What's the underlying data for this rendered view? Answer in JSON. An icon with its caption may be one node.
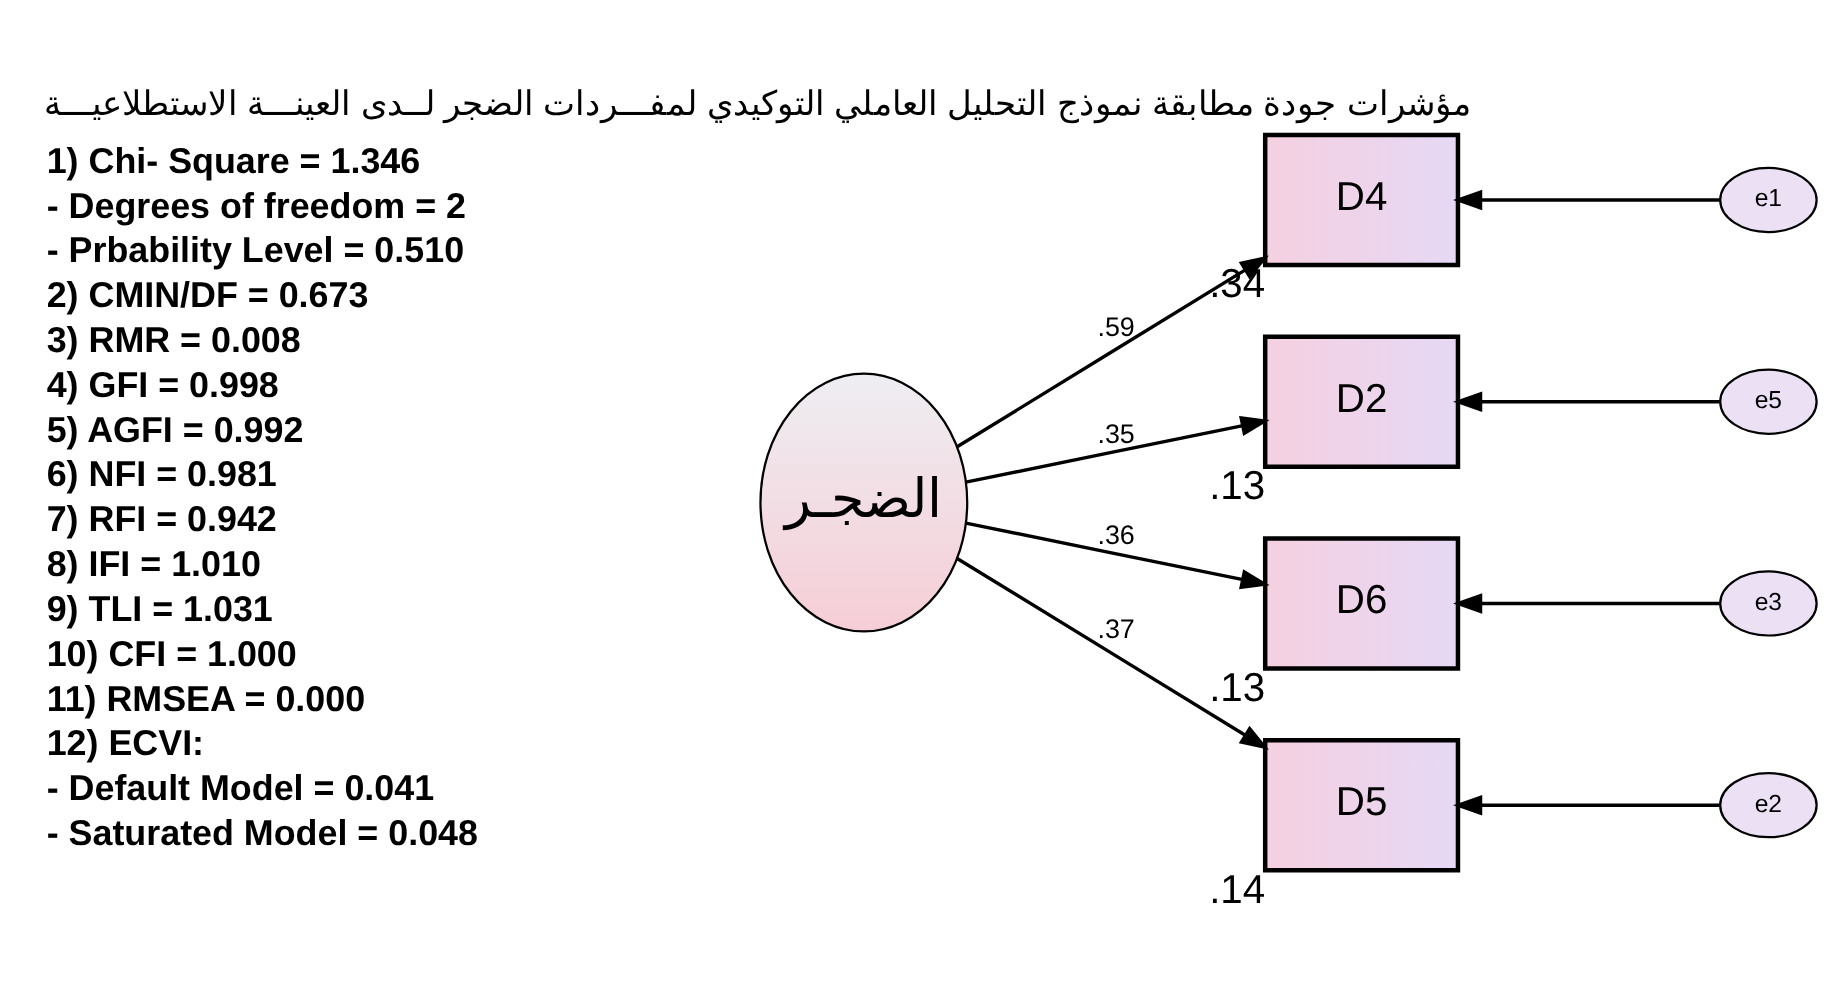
{
  "diagram": {
    "title": "مؤشرات جودة مطابقة نموذج التحليل العاملي التوكيدي لمفـــردات الضجر لــدى العينـــة الاستطلاعيـــة",
    "nodes": [
      {
        "text": [
          "الضجـر"
        ]
      },
      {
        "text": [
          "D4"
        ],
        "beside": [
          ".34"
        ]
      },
      {
        "text": [
          "D2"
        ],
        "beside": [
          ".13"
        ]
      },
      {
        "text": [
          "D6"
        ],
        "beside": [
          ".13"
        ]
      },
      {
        "text": [
          "D5"
        ],
        "beside": [
          ".14"
        ]
      },
      {
        "text": [
          "e1"
        ]
      },
      {
        "text": [
          "e5"
        ]
      },
      {
        "text": [
          "e3"
        ]
      },
      {
        "text": [
          "e2"
        ]
      }
    ],
    "edges": [
      {
        "from": 0,
        "to": 1,
        "arrow": "to",
        "label": ".59"
      },
      {
        "from": 0,
        "to": 2,
        "arrow": "to",
        "label": ".35"
      },
      {
        "from": 0,
        "to": 3,
        "arrow": "to",
        "label": ".36"
      },
      {
        "from": 0,
        "to": 4,
        "arrow": "to",
        "label": ".37"
      },
      {
        "from": 5,
        "to": 1,
        "arrow": "to"
      },
      {
        "from": 6,
        "to": 2,
        "arrow": "to"
      },
      {
        "from": 7,
        "to": 3,
        "arrow": "to"
      },
      {
        "from": 8,
        "to": 4,
        "arrow": "to"
      }
    ],
    "labels": [
      "1) Chi- Square = 1.346",
      "- Degrees of freedom = 2",
      "- Prbability Level = 0.510",
      "2) CMIN/DF = 0.673",
      "3) RMR = 0.008",
      "4) GFI = 0.998",
      "5) AGFI = 0.992",
      "6) NFI = 0.981",
      "7) RFI = 0.942",
      "8) IFI = 1.010",
      "9) TLI = 1.031",
      "10) CFI = 1.000",
      "11) RMSEA = 0.000",
      "12) ECVI:",
      "- Default Model = 0.041",
      "- Saturated Model = 0.048"
    ]
  }
}
